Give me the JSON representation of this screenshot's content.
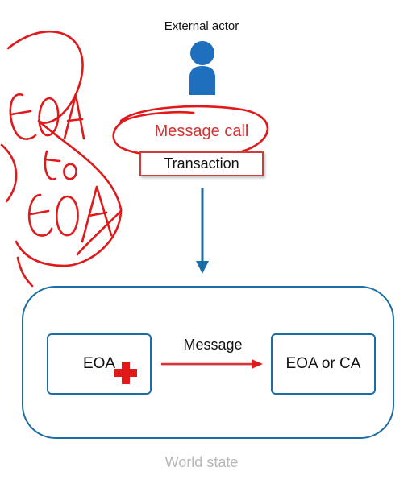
{
  "diagram": {
    "actor_label": "External actor",
    "message_call": "Message call",
    "transaction": "Transaction",
    "source_node": "EOA",
    "message": "Message",
    "target_node": "EOA or CA",
    "world_state": "World state",
    "annotation_handwritten": "EOA to EOA"
  },
  "colors": {
    "primary_blue": "#1b6ea5",
    "actor_blue": "#1f6fbf",
    "ink_red": "#e0191b",
    "label_red": "#d8302f",
    "muted_gray": "#b8b8b8"
  },
  "icons": [
    "person-icon",
    "red-cross-icon"
  ]
}
